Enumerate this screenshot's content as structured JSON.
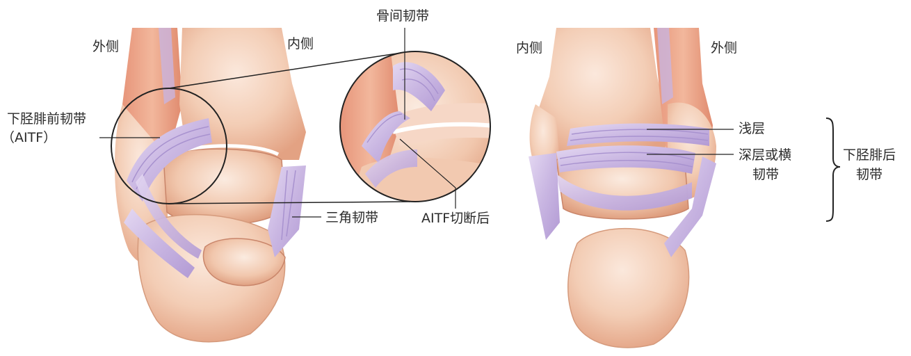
{
  "figure": {
    "left_panel": {
      "label_lateral": "外侧",
      "label_medial": "内侧",
      "label_aitf_line1": "下胫腓前韧带",
      "label_aitf_line2": "（AITF）",
      "label_interosseous": "骨间韧带",
      "label_deltoid": "三角韧带",
      "label_aitf_cut": "AITF切断后"
    },
    "right_panel": {
      "label_medial": "内侧",
      "label_lateral": "外侧",
      "label_superficial": "浅层",
      "label_deep_line1": "深层或横",
      "label_deep_line2": "韧带",
      "label_pitf_line1": "下胫腓后",
      "label_pitf_line2": "韧带"
    },
    "colors": {
      "bone_light": "#f6d7c3",
      "bone_mid": "#eebfa2",
      "bone_shadow": "#d98f6c",
      "muscle": "#d9735a",
      "ligament": "#cdbde6",
      "ligament_stripe": "#a892cf",
      "line": "#2b2b2b"
    }
  }
}
